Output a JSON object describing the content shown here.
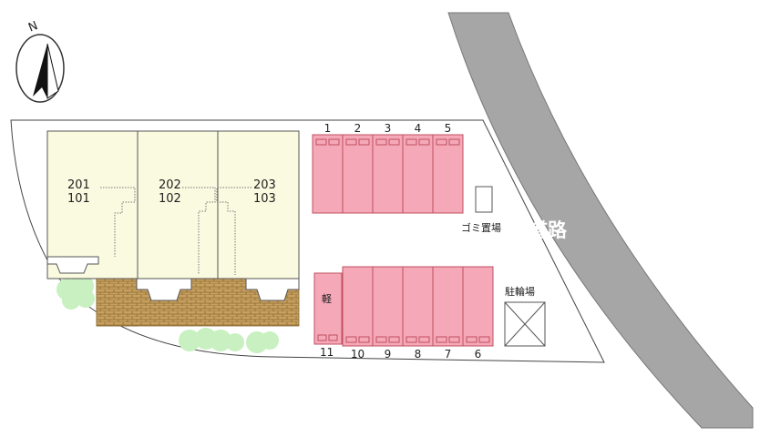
{
  "north": {
    "label": "N"
  },
  "road": {
    "label": "道路"
  },
  "buildings": [
    {
      "upper": "201",
      "lower": "101"
    },
    {
      "upper": "202",
      "lower": "102"
    },
    {
      "upper": "203",
      "lower": "103"
    }
  ],
  "parking_top": [
    "1",
    "2",
    "3",
    "4",
    "5"
  ],
  "parking_bottom": [
    "10",
    "9",
    "8",
    "7",
    "6"
  ],
  "kei_space": {
    "number": "11",
    "mark": "軽"
  },
  "garbage": {
    "label": "ゴミ置場"
  },
  "bicycle": {
    "label": "駐輪場"
  },
  "colors": {
    "parking_fill": "#f5a9b8",
    "parking_stroke": "#c0505f",
    "building_fill": "#fafae0",
    "paving": "#c8a060",
    "greenery": "#c8f0c0",
    "road": "#a6a6a6"
  }
}
